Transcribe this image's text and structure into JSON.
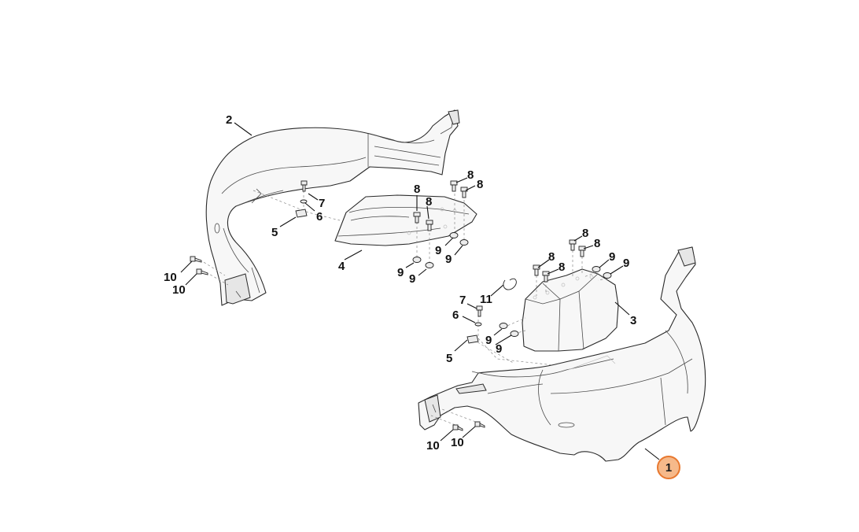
{
  "callouts": [
    {
      "id": "c2",
      "text": "2"
    },
    {
      "id": "c7a",
      "text": "7"
    },
    {
      "id": "c6a",
      "text": "6"
    },
    {
      "id": "c5a",
      "text": "5"
    },
    {
      "id": "c10a",
      "text": "10"
    },
    {
      "id": "c10b",
      "text": "10"
    },
    {
      "id": "c4",
      "text": "4"
    },
    {
      "id": "c8a",
      "text": "8"
    },
    {
      "id": "c8b",
      "text": "8"
    },
    {
      "id": "c8c",
      "text": "8"
    },
    {
      "id": "c8d",
      "text": "8"
    },
    {
      "id": "c9a",
      "text": "9"
    },
    {
      "id": "c9b",
      "text": "9"
    },
    {
      "id": "c9c",
      "text": "9"
    },
    {
      "id": "c9d",
      "text": "9"
    },
    {
      "id": "c8e",
      "text": "8"
    },
    {
      "id": "c8f",
      "text": "8"
    },
    {
      "id": "c8g",
      "text": "8"
    },
    {
      "id": "c8h",
      "text": "8"
    },
    {
      "id": "c9e",
      "text": "9"
    },
    {
      "id": "c9f",
      "text": "9"
    },
    {
      "id": "c11",
      "text": "11"
    },
    {
      "id": "c7b",
      "text": "7"
    },
    {
      "id": "c6b",
      "text": "6"
    },
    {
      "id": "c9g",
      "text": "9"
    },
    {
      "id": "c9h",
      "text": "9"
    },
    {
      "id": "c5b",
      "text": "5"
    },
    {
      "id": "c3",
      "text": "3"
    },
    {
      "id": "c10c",
      "text": "10"
    },
    {
      "id": "c10d",
      "text": "10"
    }
  ],
  "highlighted_callout": {
    "text": "1",
    "fill": "#f6b98a",
    "stroke": "#e8782f"
  }
}
